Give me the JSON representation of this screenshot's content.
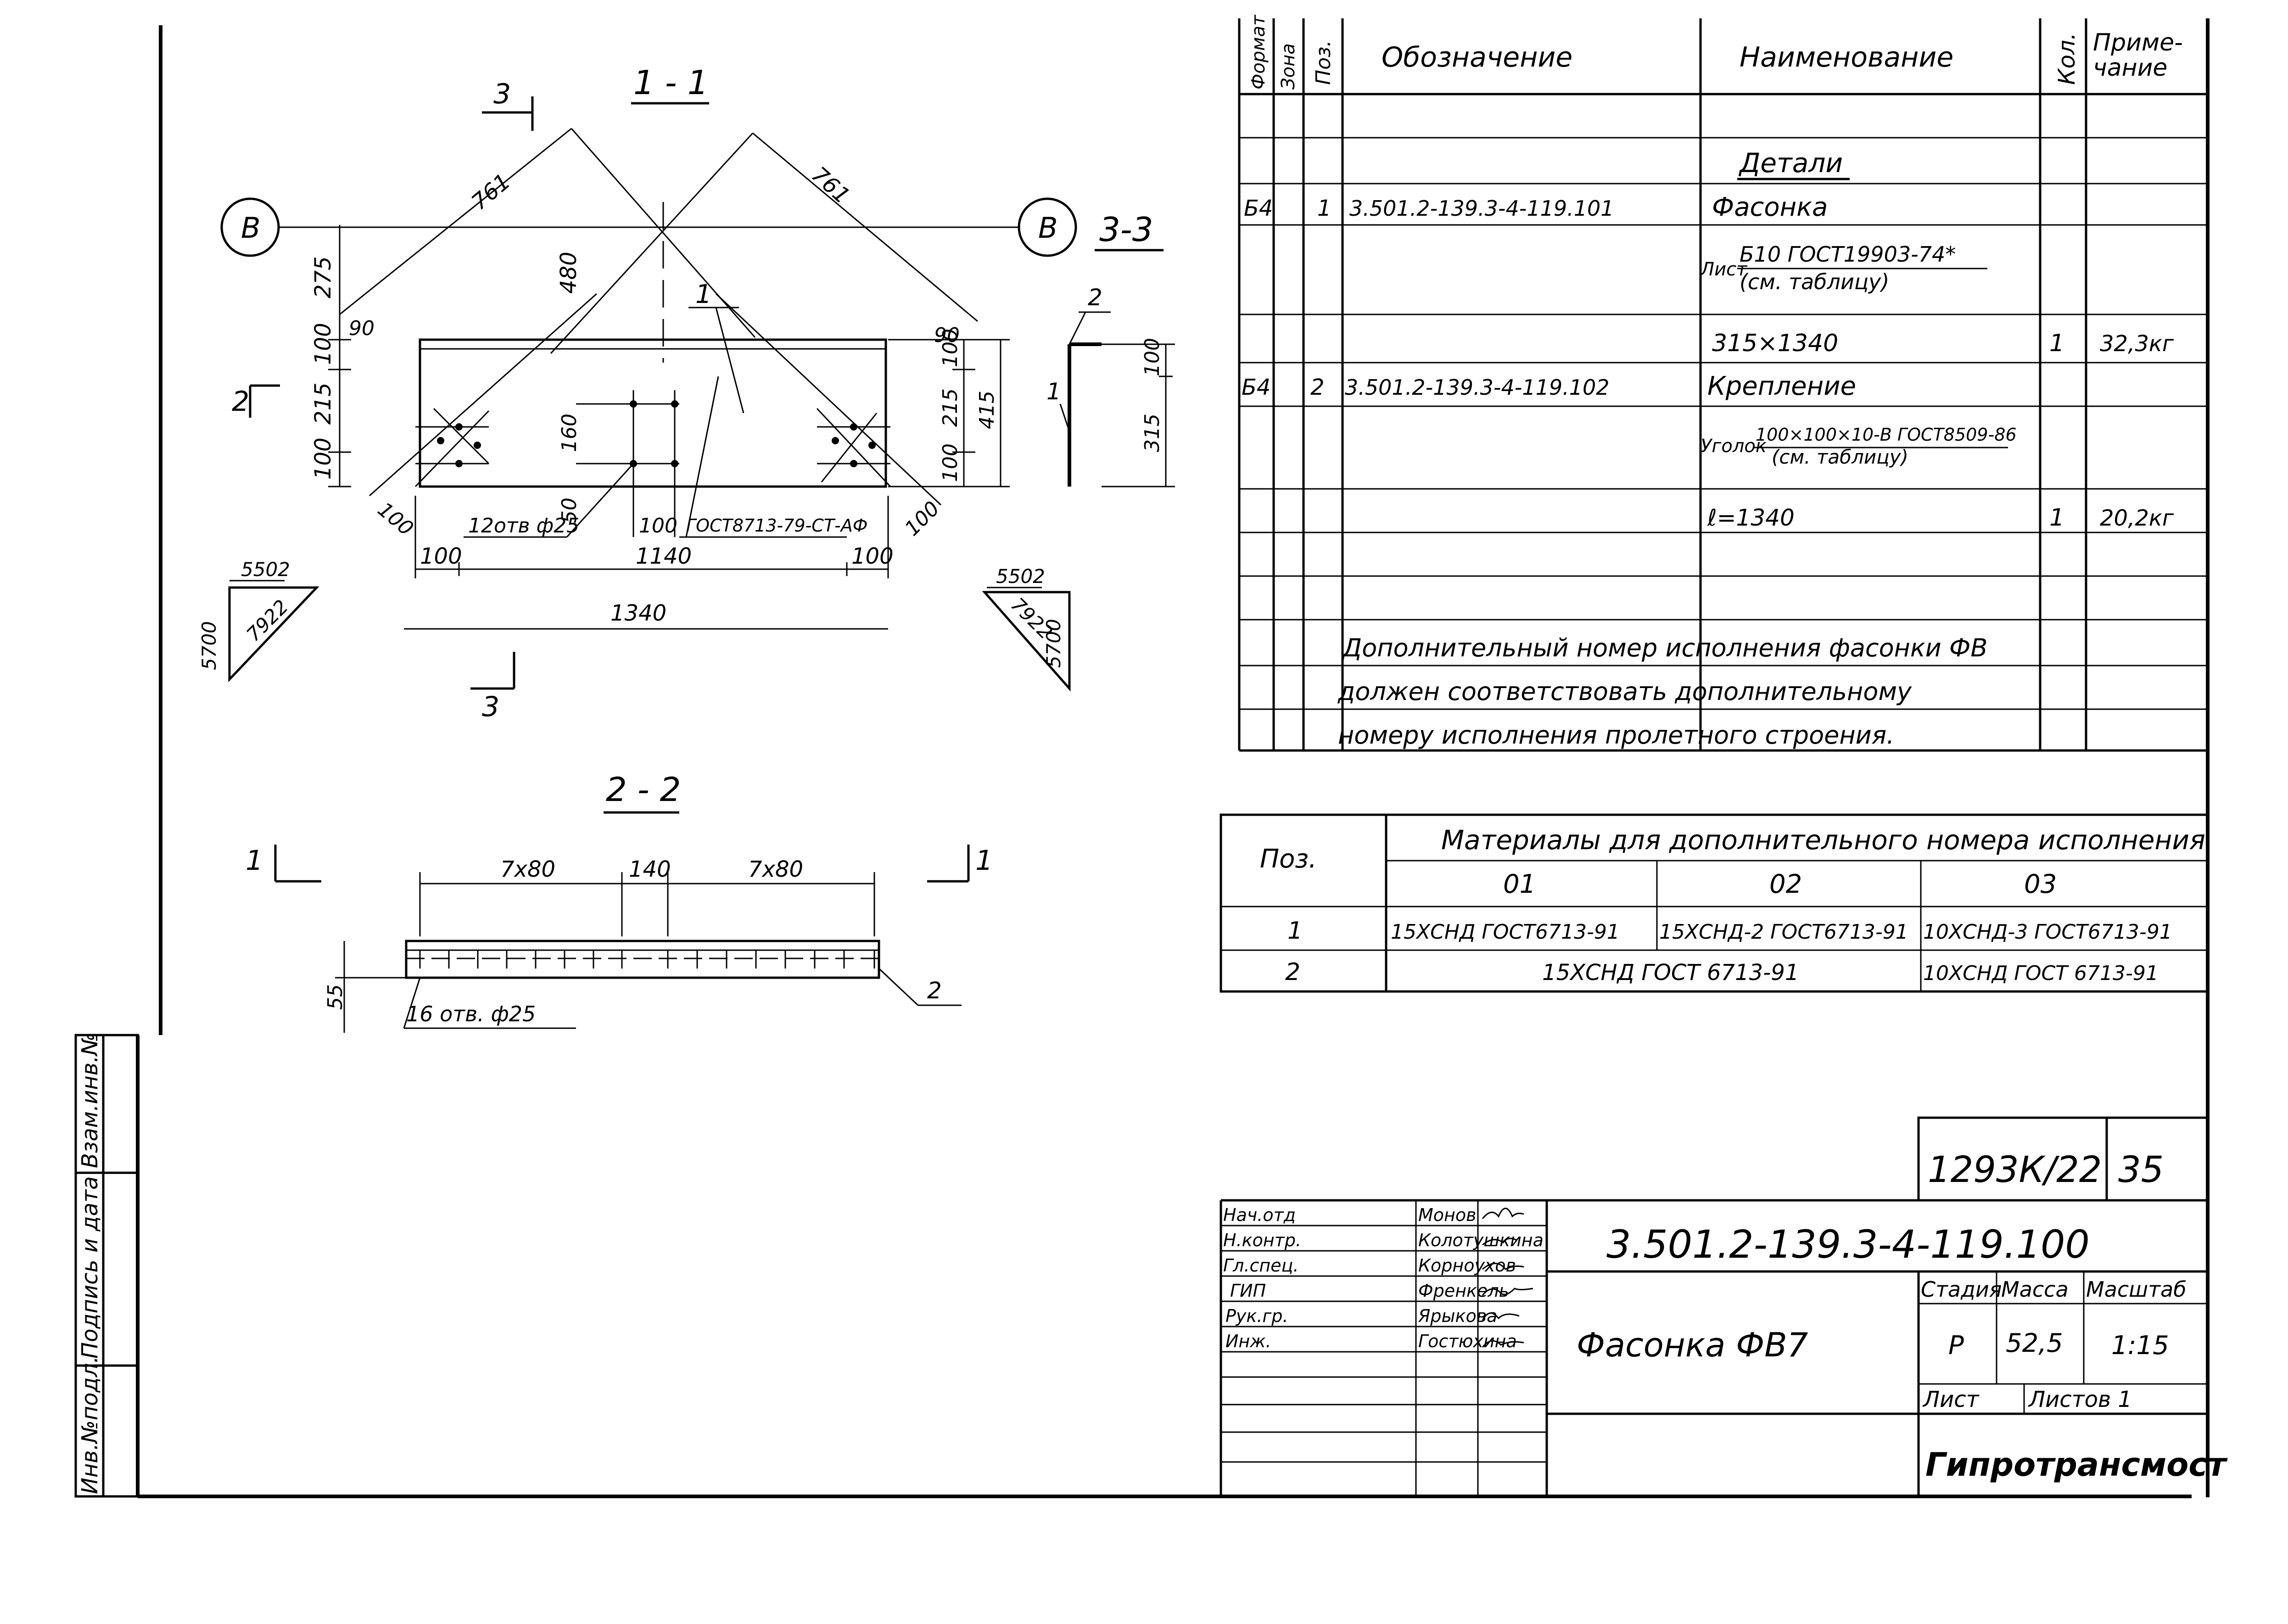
{
  "drawing": {
    "sec11": "1 - 1",
    "sec22": "2 - 2",
    "sec33": "3-3",
    "cut3": "3",
    "cut2": "2",
    "cut1": "1",
    "axis": "В",
    "pos1": "1",
    "pos2": "2",
    "dims": {
      "d761": "761",
      "d275": "275",
      "d480": "480",
      "d90": "90",
      "d100": "100",
      "d215": "215",
      "d160": "160",
      "d50": "50",
      "d415": "415",
      "d1140": "1140",
      "d1340": "1340",
      "d315": "315",
      "d7x80": "7x80",
      "d140": "140",
      "d55": "55"
    },
    "holes12": "12отв ф25",
    "weld": "ГОСТ8713-79-СТ-АФ",
    "holes16": "16 отв. ф25",
    "tri_5502": "5502",
    "tri_5700": "5700",
    "tri_7922": "7922"
  },
  "spec": {
    "headers": [
      "Формат",
      "Зона",
      "Поз.",
      "Обозначение",
      "Наименование",
      "Кол.",
      "Приме-",
      "чание"
    ],
    "section": "Детали",
    "rows": {
      "r1": {
        "fmt": "Б4",
        "pos": "1",
        "code": "3.501.2-139.3-4-119.101",
        "name": "Фасонка"
      },
      "r1_mat_prefix": "Лист",
      "r1_mat_top": "Б10 ГОСТ19903-74*",
      "r1_mat_bot": "(см. таблицу)",
      "r1_size": "315×1340",
      "r1_qty": "1",
      "r1_note": "32,3кг",
      "r2": {
        "fmt": "Б4",
        "pos": "2",
        "code": "3.501.2-139.3-4-119.102",
        "name": "Крепление"
      },
      "r2_mat_prefix": "Уголок",
      "r2_mat_top": "100×100×10-В ГОСТ8509-86",
      "r2_mat_bot": "(см. таблицу)",
      "r2_size": "ℓ=1340",
      "r2_qty": "1",
      "r2_note": "20,2кг"
    },
    "notes": [
      "Дополнительный номер исполнения фасонки ФВ",
      "должен соответствовать дополнительному",
      "номеру исполнения пролетного строения."
    ]
  },
  "materials": {
    "pos_header": "Поз.",
    "title": "Материалы для дополнительного номера исполнения",
    "cols": [
      "01",
      "02",
      "03"
    ],
    "row1": {
      "pos": "1",
      "c1": "15ХСНД ГОСТ6713-91",
      "c2": "15ХСНД-2 ГОСТ6713-91",
      "c3": "10ХСНД-3 ГОСТ6713-91"
    },
    "row2": {
      "pos": "2",
      "c12": "15ХСНД ГОСТ 6713-91",
      "c3": "10ХСНД ГОСТ 6713-91"
    }
  },
  "title_block": {
    "project": "1293К/22",
    "sheet_no": "35",
    "doc_code": "3.501.2-139.3-4-119.100",
    "item_name": "Фасонка ФВ7",
    "stage_hdr": "Стадия",
    "mass_hdr": "Масса",
    "scale_hdr": "Масштаб",
    "stage": "Р",
    "mass": "52,5",
    "scale": "1:15",
    "sheet_lbl": "Лист",
    "sheets_lbl": "Листов 1",
    "org": "Гипротрансмост",
    "people": [
      {
        "role": "Нач.отд",
        "name": "Монов"
      },
      {
        "role": "Н.контр.",
        "name": "Колотушкина"
      },
      {
        "role": "Гл.спец.",
        "name": "Корноухов"
      },
      {
        "role": "ГИП",
        "name": "Френкель"
      },
      {
        "role": "Рук.гр.",
        "name": "Ярыкова"
      },
      {
        "role": "Инж.",
        "name": "Гостюхина"
      }
    ]
  },
  "side_stamp": {
    "inv_podl": "Инв.№подл.",
    "podp_data": "Подпись и дата",
    "vzam_inv": "Взам.инв.№"
  }
}
